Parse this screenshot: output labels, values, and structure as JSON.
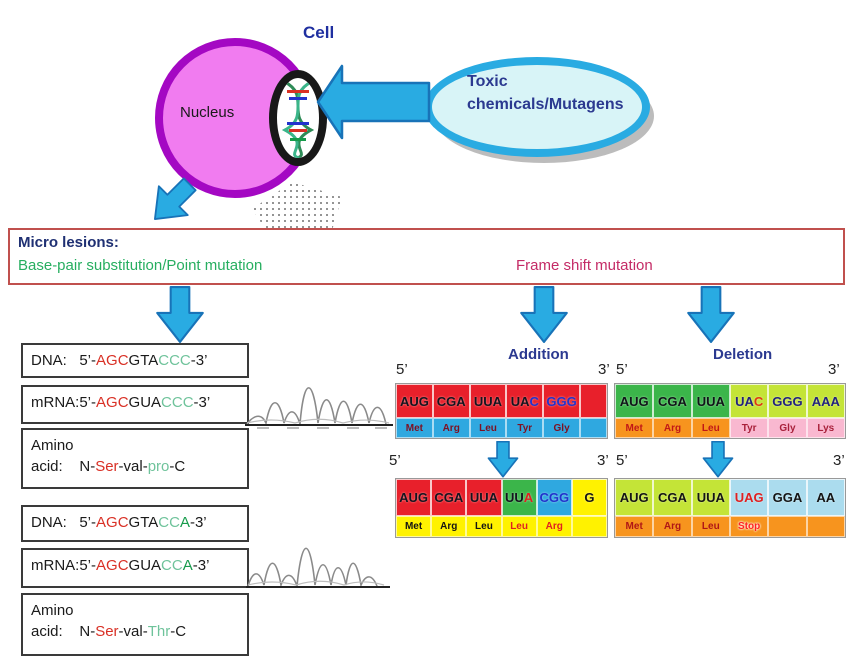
{
  "top": {
    "cell_label": "Cell",
    "nucleus_label": "Nucleus",
    "toxic_line1": "Toxic",
    "toxic_line2": "chemicals/Mutagens"
  },
  "micro_box": {
    "title": "Micro lesions:",
    "left_label": "Base-pair substitution/Point mutation",
    "right_label": "Frame shift mutation"
  },
  "branches": {
    "addition_label": "Addition",
    "deletion_label": "Deletion"
  },
  "colors": {
    "arrow_fill": "#29ABE2",
    "arrow_stroke": "#1873B8",
    "cell_fill": "#F17CF0",
    "cell_border": "#A408C3",
    "box_border_red": "#C0504D",
    "seq_red": "#D93025",
    "seq_light_green": "#6FC39B",
    "seq_dark_green": "#169B4B"
  },
  "sequence_boxes": [
    {
      "lines": [
        [
          {
            "t": "DNA:   ",
            "c": "#1a1a1a"
          },
          {
            "t": "5’-",
            "c": "#1a1a1a"
          },
          {
            "t": "AGC",
            "c": "#D93025"
          },
          {
            "t": "GTA",
            "c": "#1a1a1a"
          },
          {
            "t": "CCC",
            "c": "#6FC39B"
          },
          {
            "t": "-3’",
            "c": "#1a1a1a"
          }
        ]
      ]
    },
    {
      "lines": [
        [
          {
            "t": "mRNA:",
            "c": "#1a1a1a"
          },
          {
            "t": "5’-",
            "c": "#1a1a1a"
          },
          {
            "t": "AGC",
            "c": "#D93025"
          },
          {
            "t": "GUA",
            "c": "#1a1a1a"
          },
          {
            "t": "CCC",
            "c": "#6FC39B"
          },
          {
            "t": "-3’",
            "c": "#1a1a1a"
          }
        ]
      ]
    },
    {
      "lines": [
        [
          {
            "t": "Amino",
            "c": "#1a1a1a"
          }
        ],
        [
          {
            "t": "acid:    ",
            "c": "#1a1a1a"
          },
          {
            "t": "N-",
            "c": "#1a1a1a"
          },
          {
            "t": "Ser",
            "c": "#D93025"
          },
          {
            "t": "-val-",
            "c": "#1a1a1a"
          },
          {
            "t": "pro",
            "c": "#6FC39B"
          },
          {
            "t": "-C",
            "c": "#1a1a1a"
          }
        ]
      ]
    },
    {
      "lines": [
        [
          {
            "t": "DNA:   ",
            "c": "#1a1a1a"
          },
          {
            "t": "5’-",
            "c": "#1a1a1a"
          },
          {
            "t": "AGC",
            "c": "#D93025"
          },
          {
            "t": "GTA",
            "c": "#1a1a1a"
          },
          {
            "t": "CC",
            "c": "#6FC39B"
          },
          {
            "t": "A",
            "c": "#169B4B"
          },
          {
            "t": "-3’",
            "c": "#1a1a1a"
          }
        ]
      ]
    },
    {
      "lines": [
        [
          {
            "t": "mRNA:",
            "c": "#1a1a1a"
          },
          {
            "t": "5’-",
            "c": "#1a1a1a"
          },
          {
            "t": "AGC",
            "c": "#D93025"
          },
          {
            "t": "GUA",
            "c": "#1a1a1a"
          },
          {
            "t": "CC",
            "c": "#6FC39B"
          },
          {
            "t": "A",
            "c": "#169B4B"
          },
          {
            "t": "-3’",
            "c": "#1a1a1a"
          }
        ]
      ]
    },
    {
      "lines": [
        [
          {
            "t": "Amino",
            "c": "#1a1a1a"
          }
        ],
        [
          {
            "t": "acid:    ",
            "c": "#1a1a1a"
          },
          {
            "t": "N-",
            "c": "#1a1a1a"
          },
          {
            "t": "Ser",
            "c": "#D93025"
          },
          {
            "t": "-val-",
            "c": "#1a1a1a"
          },
          {
            "t": "Thr",
            "c": "#6FC39B"
          },
          {
            "t": "-C",
            "c": "#1a1a1a"
          }
        ]
      ]
    }
  ],
  "codon_tables": {
    "addition_before": {
      "left_label": "5’",
      "right_label": "3’",
      "cells": [
        {
          "bg": "#E8202B",
          "codon": [
            [
              "AUG",
              "#14141e"
            ]
          ],
          "aaBg": "#2FA8E0",
          "aa": [
            [
              "Met",
              "#7E1022"
            ]
          ]
        },
        {
          "bg": "#E8202B",
          "codon": [
            [
              "CGA",
              "#14141e"
            ]
          ],
          "aaBg": "#2FA8E0",
          "aa": [
            [
              "Arg",
              "#7E1022"
            ]
          ]
        },
        {
          "bg": "#E8202B",
          "codon": [
            [
              "UUA",
              "#14141e"
            ]
          ],
          "aaBg": "#2FA8E0",
          "aa": [
            [
              "Leu",
              "#7E1022"
            ]
          ]
        },
        {
          "bg": "#E8202B",
          "codon": [
            [
              "UA",
              "#14141e"
            ],
            [
              "C",
              "#2233CC"
            ]
          ],
          "aaBg": "#2FA8E0",
          "aa": [
            [
              "Tyr",
              "#7E1022"
            ]
          ]
        },
        {
          "bg": "#E8202B",
          "codon": [
            [
              "GGG",
              "#2233CC"
            ]
          ],
          "aaBg": "#2FA8E0",
          "aa": [
            [
              "Gly",
              "#7E1022"
            ]
          ]
        },
        {
          "bg": "#E8202B",
          "codon": [],
          "aaBg": "#2FA8E0",
          "aa": [],
          "narrow": true
        }
      ]
    },
    "deletion_before": {
      "left_label": "5’",
      "right_label": "3’",
      "cells": [
        {
          "bg": "#3BB54A",
          "codon": [
            [
              "AUG",
              "#101418"
            ]
          ],
          "aaBg": "#F7941E",
          "aa": [
            [
              "Met",
              "#C21717"
            ]
          ]
        },
        {
          "bg": "#3BB54A",
          "codon": [
            [
              "CGA",
              "#101418"
            ]
          ],
          "aaBg": "#F7941E",
          "aa": [
            [
              "Arg",
              "#C21717"
            ]
          ]
        },
        {
          "bg": "#3BB54A",
          "codon": [
            [
              "UUA",
              "#101418"
            ]
          ],
          "aaBg": "#F7941E",
          "aa": [
            [
              "Leu",
              "#C21717"
            ]
          ]
        },
        {
          "bg": "#C4E437",
          "codon": [
            [
              "UA",
              "#22227E"
            ],
            [
              "C",
              "#E03A10"
            ]
          ],
          "aaBg": "#F9B8D0",
          "aa": [
            [
              "Tyr",
              "#A8203A"
            ]
          ]
        },
        {
          "bg": "#C4E437",
          "codon": [
            [
              "GGG",
              "#22227E"
            ]
          ],
          "aaBg": "#F9B8D0",
          "aa": [
            [
              "Gly",
              "#A8203A"
            ]
          ]
        },
        {
          "bg": "#C4E437",
          "codon": [
            [
              "AAA",
              "#22227E"
            ]
          ],
          "aaBg": "#F9B8D0",
          "aa": [
            [
              "Lys",
              "#A8203A"
            ]
          ]
        }
      ]
    },
    "addition_after": {
      "left_label": "5’",
      "right_label": "3’",
      "cells": [
        {
          "bg": "#E8202B",
          "codon": [
            [
              "AUG",
              "#14141e"
            ]
          ],
          "aaBg": "#FFF200",
          "aa": [
            [
              "Met",
              "#141414"
            ]
          ]
        },
        {
          "bg": "#E8202B",
          "codon": [
            [
              "CGA",
              "#14141e"
            ]
          ],
          "aaBg": "#FFF200",
          "aa": [
            [
              "Arg",
              "#141414"
            ]
          ]
        },
        {
          "bg": "#E8202B",
          "codon": [
            [
              "UUA",
              "#14141e"
            ]
          ],
          "aaBg": "#FFF200",
          "aa": [
            [
              "Leu",
              "#141414"
            ]
          ]
        },
        {
          "bg": "#3BB54A",
          "codon": [
            [
              "UU",
              "#14141e"
            ],
            [
              "A",
              "#E02020"
            ]
          ],
          "aaBg": "#FFF200",
          "aa": [
            [
              "Leu",
              "#E02020"
            ]
          ]
        },
        {
          "bg": "#2FA8E0",
          "codon": [
            [
              "CGG",
              "#2233CC"
            ]
          ],
          "aaBg": "#FFF200",
          "aa": [
            [
              "Arg",
              "#E02020"
            ]
          ]
        },
        {
          "bg": "#FFF200",
          "codon": [
            [
              "G",
              "#141414"
            ]
          ],
          "aaBg": "#FFF200",
          "aa": []
        }
      ]
    },
    "deletion_after": {
      "left_label": "5’",
      "right_label": "3’",
      "cells": [
        {
          "bg": "#C4E437",
          "codon": [
            [
              "AUG",
              "#141414"
            ]
          ],
          "aaBg": "#F7941E",
          "aa": [
            [
              "Met",
              "#B01616"
            ]
          ]
        },
        {
          "bg": "#C4E437",
          "codon": [
            [
              "CGA",
              "#141414"
            ]
          ],
          "aaBg": "#F7941E",
          "aa": [
            [
              "Arg",
              "#B01616"
            ]
          ]
        },
        {
          "bg": "#C4E437",
          "codon": [
            [
              "UUA",
              "#141414"
            ]
          ],
          "aaBg": "#F7941E",
          "aa": [
            [
              "Leu",
              "#B01616"
            ]
          ]
        },
        {
          "bg": "#ABDCEE",
          "codon": [
            [
              "UAG",
              "#E02020"
            ]
          ],
          "aaBg": "#F7941E",
          "aa": [
            [
              "Stop",
              "#FF2222"
            ]
          ],
          "stop": true
        },
        {
          "bg": "#ABDCEE",
          "codon": [
            [
              "GGA",
              "#141414"
            ]
          ],
          "aaBg": "#F7941E",
          "aa": []
        },
        {
          "bg": "#ABDCEE",
          "codon": [
            [
              "AA",
              "#141414"
            ]
          ],
          "aaBg": "#F7941E",
          "aa": []
        }
      ]
    }
  }
}
